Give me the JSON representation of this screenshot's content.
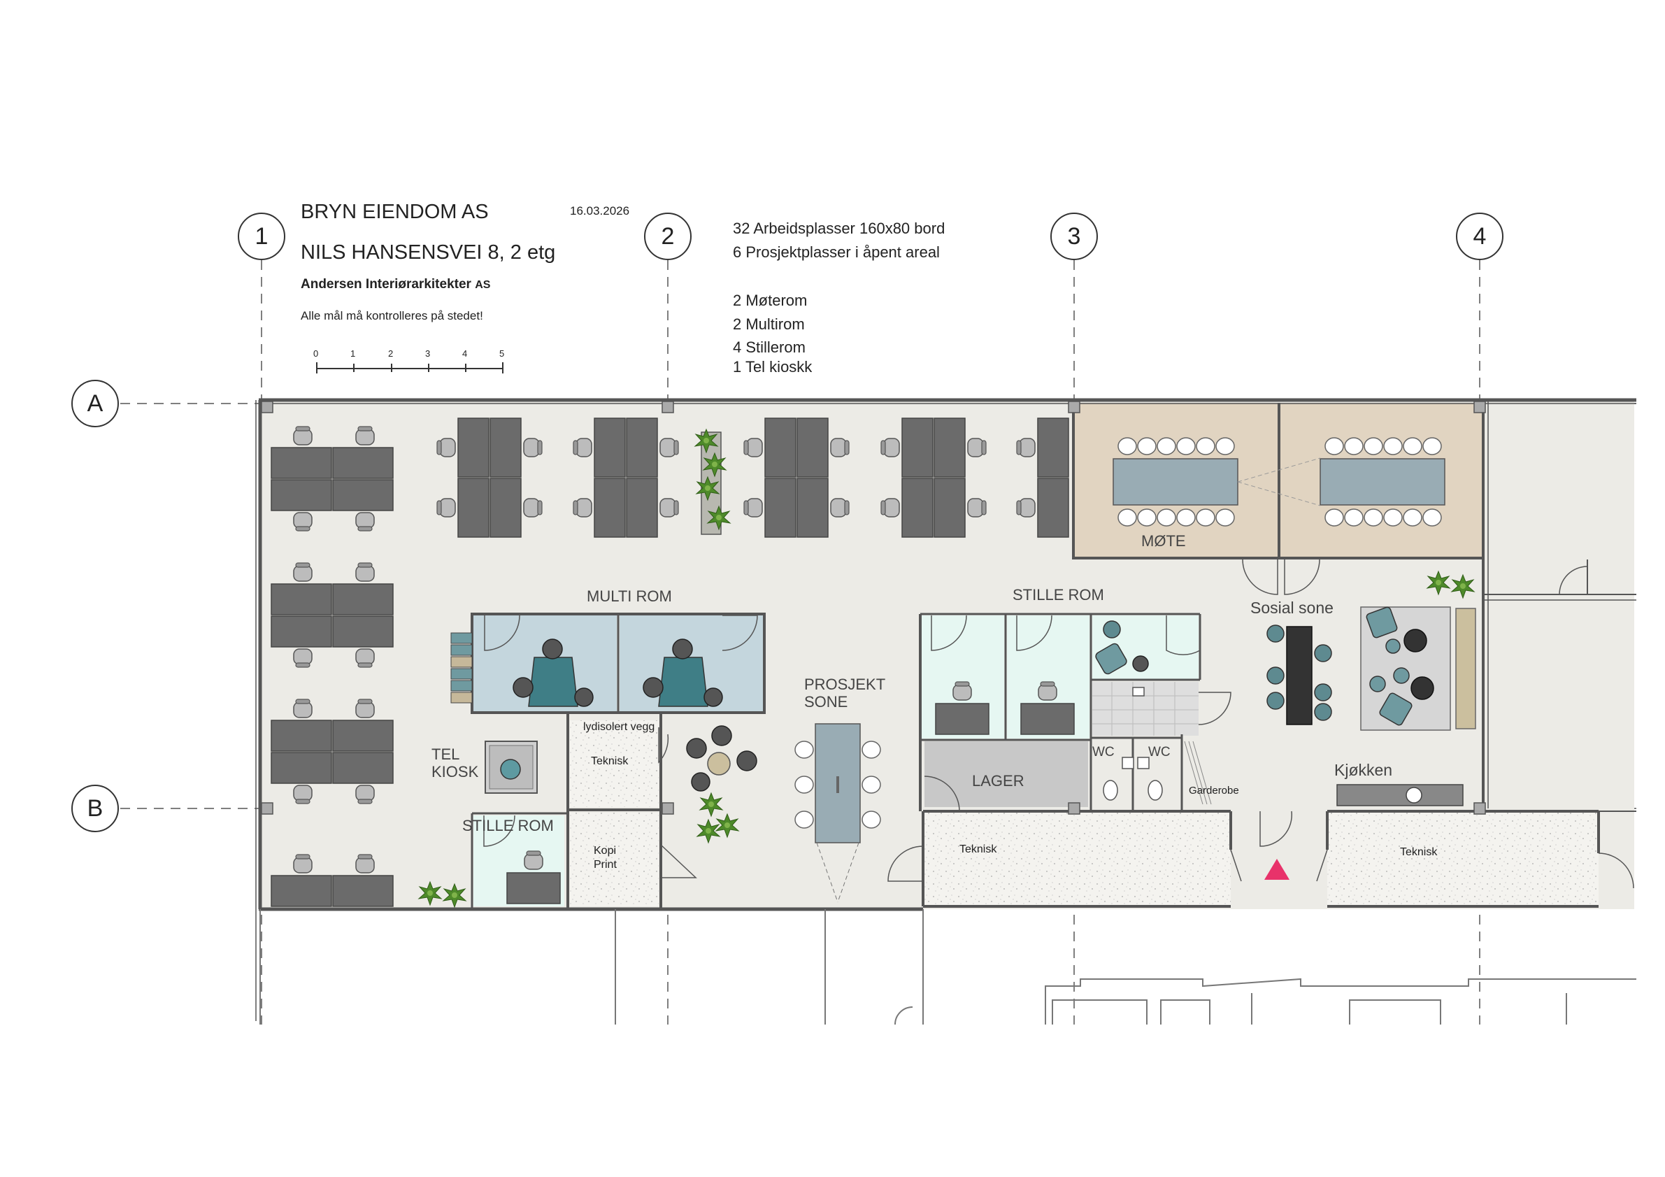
{
  "title": {
    "company": "BRYN EIENDOM AS",
    "address": "NILS HANSENSVEI  8, 2 etg",
    "date": "16.03.2026",
    "architect": "Andersen Interiørarkitekter",
    "architect_suffix": "AS",
    "note": "Alle mål må kontrolleres på stedet!"
  },
  "scale_bar": {
    "ticks": [
      "0",
      "1",
      "2",
      "3",
      "4",
      "5"
    ]
  },
  "summary": {
    "line1": "32 Arbeidsplasser 160x80 bord",
    "line2": "6 Prosjektplasser i åpent areal",
    "line3": "2 Møterom",
    "line4": "2 Multirom",
    "line5": "4 Stillerom",
    "line6": "1 Tel kioskk"
  },
  "grid": {
    "columns": [
      "1",
      "2",
      "3",
      "4"
    ],
    "rows": [
      "A",
      "B"
    ]
  },
  "rooms": {
    "mote": "MØTE",
    "multi_rom": "MULTI ROM",
    "stille_rom_top": "STILLE ROM",
    "stille_rom_bottom": "STILLE ROM",
    "prosjekt_1": "PROSJEKT",
    "prosjekt_2": "SONE",
    "tel_1": "TEL",
    "tel_2": "KIOSK",
    "lydisolert": "lydisolert vegg",
    "teknisk_small": "Teknisk",
    "kopi_1": "Kopi",
    "kopi_2": "Print",
    "lager": "LAGER",
    "wc1": "WC",
    "wc2": "WC",
    "garderobe": "Garderobe",
    "sosial": "Sosial sone",
    "kjokken": "Kjøkken",
    "teknisk_mid": "Teknisk",
    "teknisk_right": "Teknisk"
  },
  "colors": {
    "floor": "#ecebe6",
    "meeting": "#e1d4c1",
    "multi": "#c4d6dd",
    "quiet": "#e6f7f2",
    "desk": "#6b6b6b",
    "table": "#99acb4",
    "plant": "#4e8a2a",
    "entrance": "#e8326a",
    "wall": "#555555"
  }
}
